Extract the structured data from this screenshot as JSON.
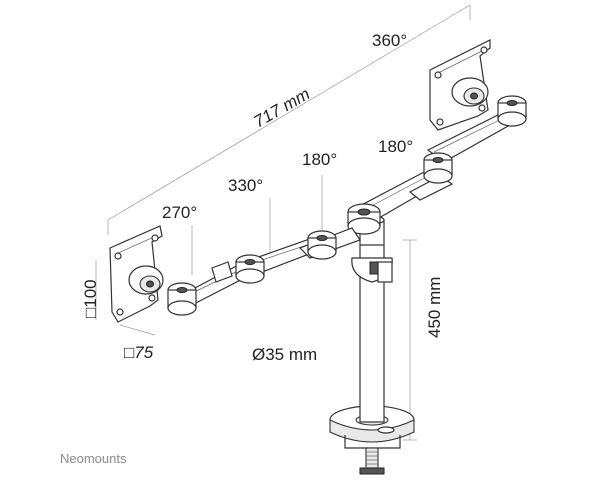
{
  "diagram": {
    "labels": {
      "rot_top": "360°",
      "arm_length": "717 mm",
      "rot_right": "180°",
      "rot_mid": "180°",
      "rot_330": "330°",
      "rot_270": "270°",
      "vesa_100": "□100",
      "vesa_75": "□75",
      "pole_diameter": "Ø35 mm",
      "pole_height": "450 mm"
    },
    "brand": "Neomounts"
  }
}
